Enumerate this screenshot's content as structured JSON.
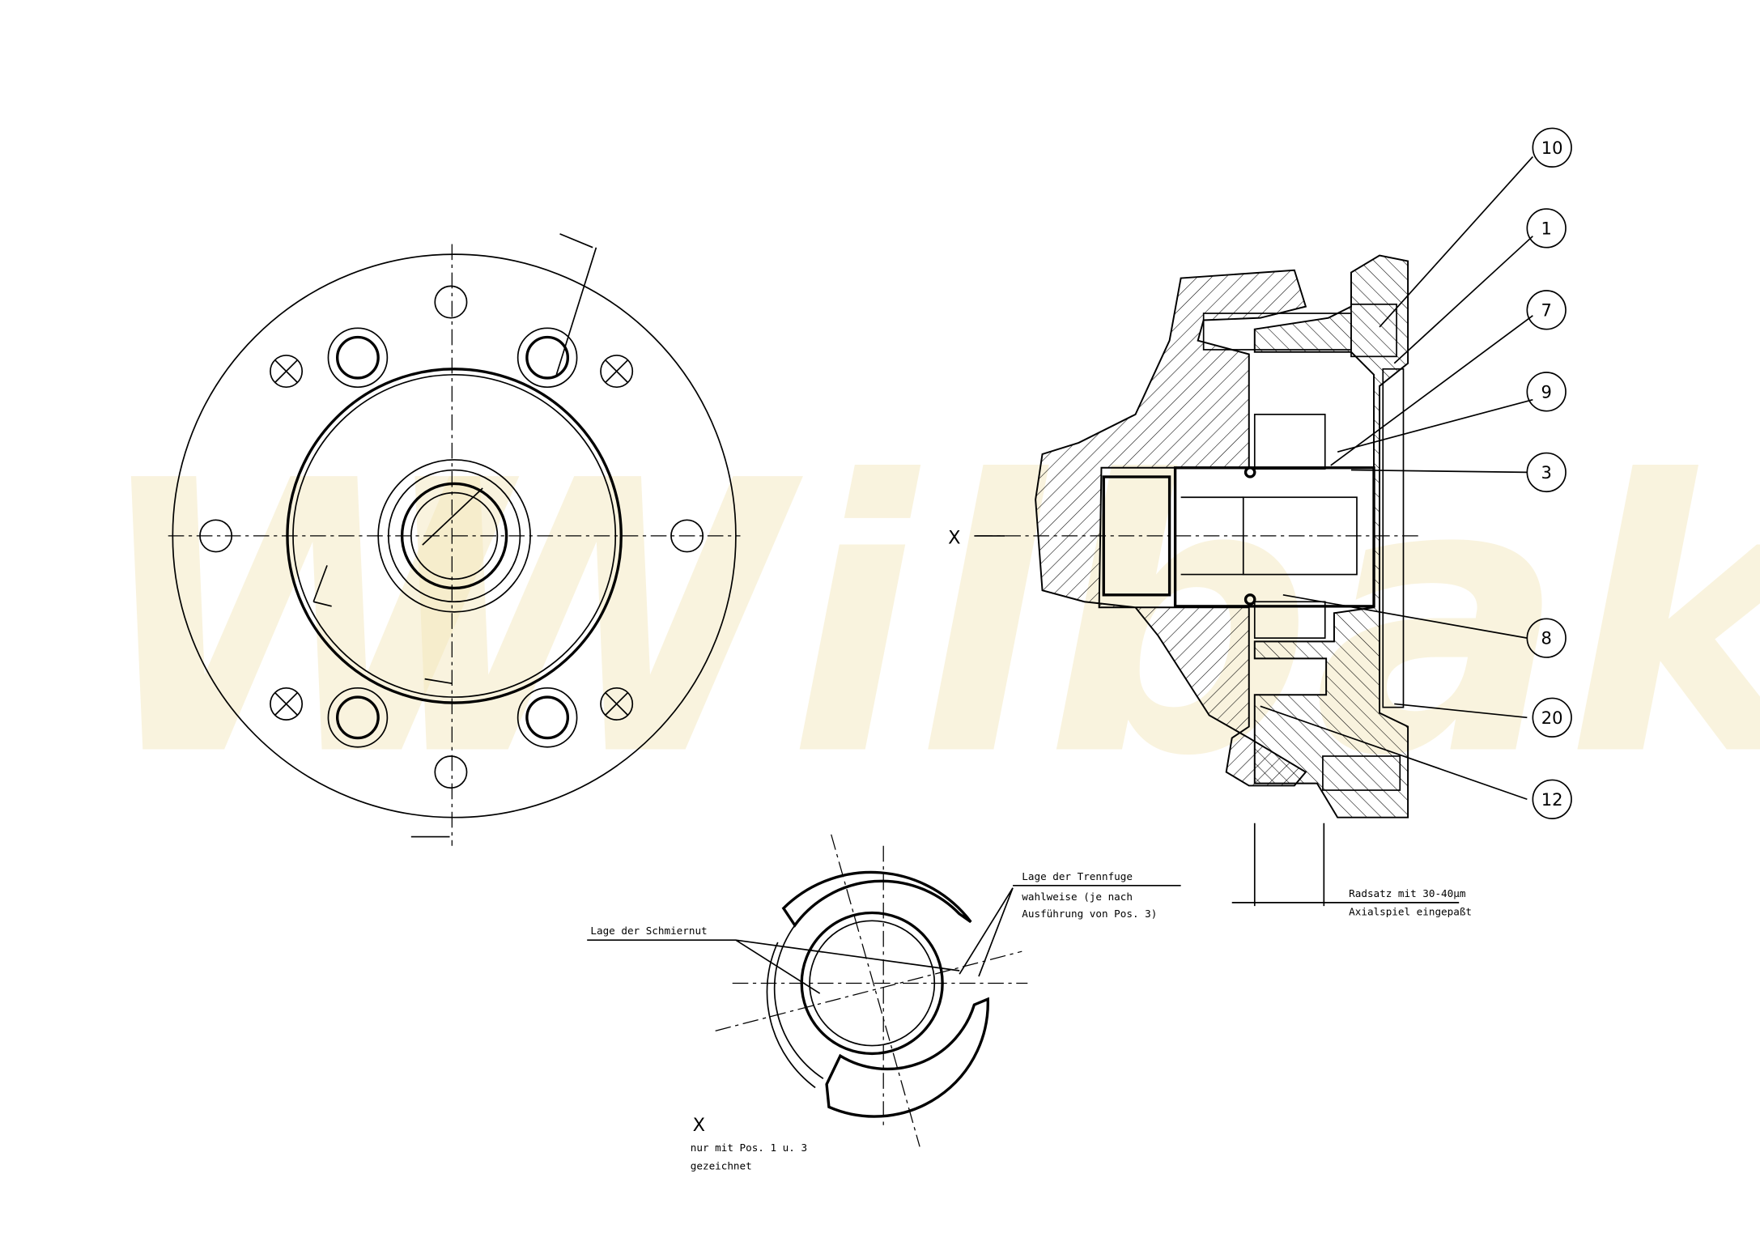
{
  "watermark": {
    "text": "Wilbake",
    "color": "#f3e6b8"
  },
  "section_marker": "X",
  "balloons": [
    "10",
    "1",
    "7",
    "9",
    "3",
    "8",
    "20",
    "12"
  ],
  "notes": {
    "trennfuge_title": "Lage der Trennfuge",
    "trennfuge_line1": "wahlweise (je nach",
    "trennfuge_line2": "Ausführung von Pos. 3)",
    "schmiernut": "Lage der Schmiernut",
    "radsatz_line1": "Radsatz mit 30-40µm",
    "radsatz_line2": "Axialspiel eingepaßt"
  },
  "detail": {
    "label": "X",
    "note_line1": "nur mit Pos. 1 u. 3",
    "note_line2": "gezeichnet"
  }
}
